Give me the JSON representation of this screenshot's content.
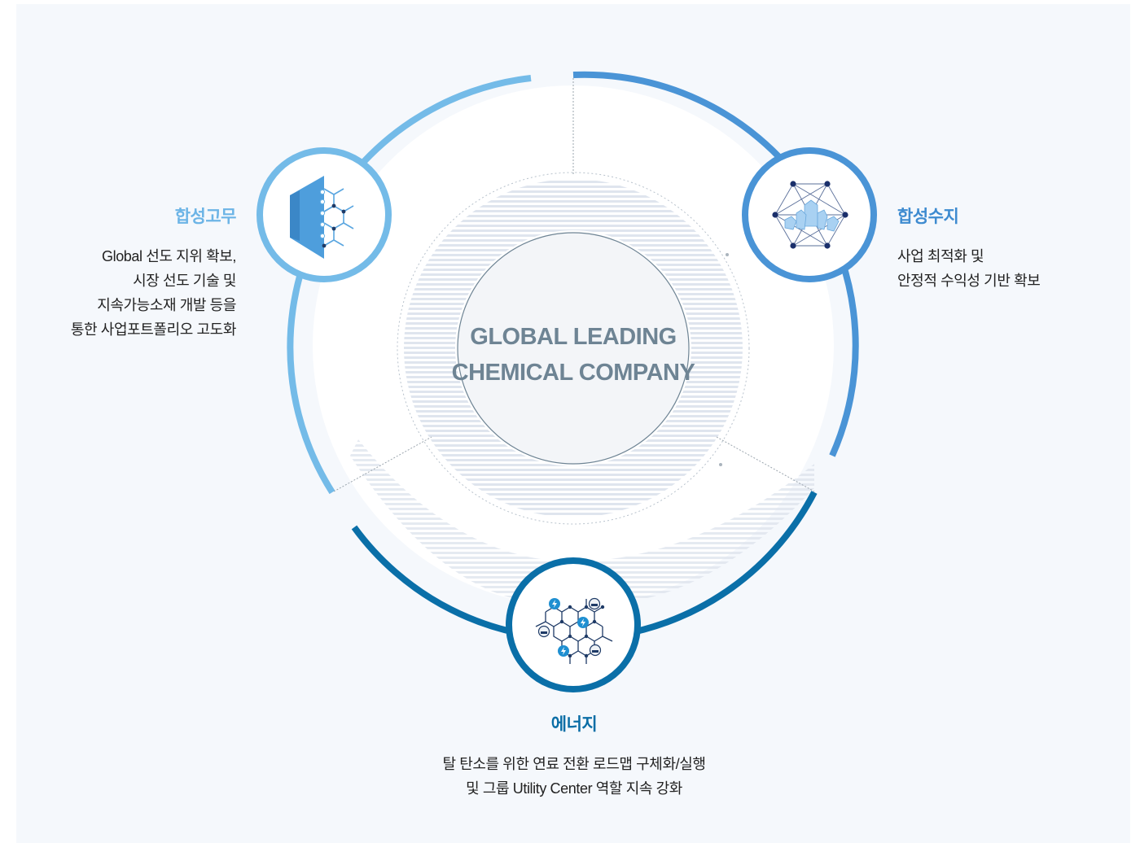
{
  "center": {
    "line1": "GLOBAL LEADING",
    "line2": "CHEMICAL COMPANY"
  },
  "segments": [
    {
      "id": "rubber",
      "title": "합성고무",
      "lines": [
        "Global 선도 지위 확보,",
        "시장 선도 기술 및",
        "지속가능소재 개발 등을",
        "통한 사업포트폴리오 고도화"
      ],
      "color": "#74bbe8",
      "icon": "membrane-hexagon-icon"
    },
    {
      "id": "resin",
      "title": "합성수지",
      "lines": [
        "사업 최적화 및",
        "안정적 수익성 기반 확보"
      ],
      "color": "#4a94d6",
      "icon": "crystal-network-icon"
    },
    {
      "id": "energy",
      "title": "에너지",
      "lines": [
        "탈 탄소를 위한 연료 전환 로드맵 구체화/실행",
        "및 그룹 Utility Center 역할 지속 강화"
      ],
      "color": "#0a6fa8",
      "icon": "energy-grid-icon"
    }
  ]
}
